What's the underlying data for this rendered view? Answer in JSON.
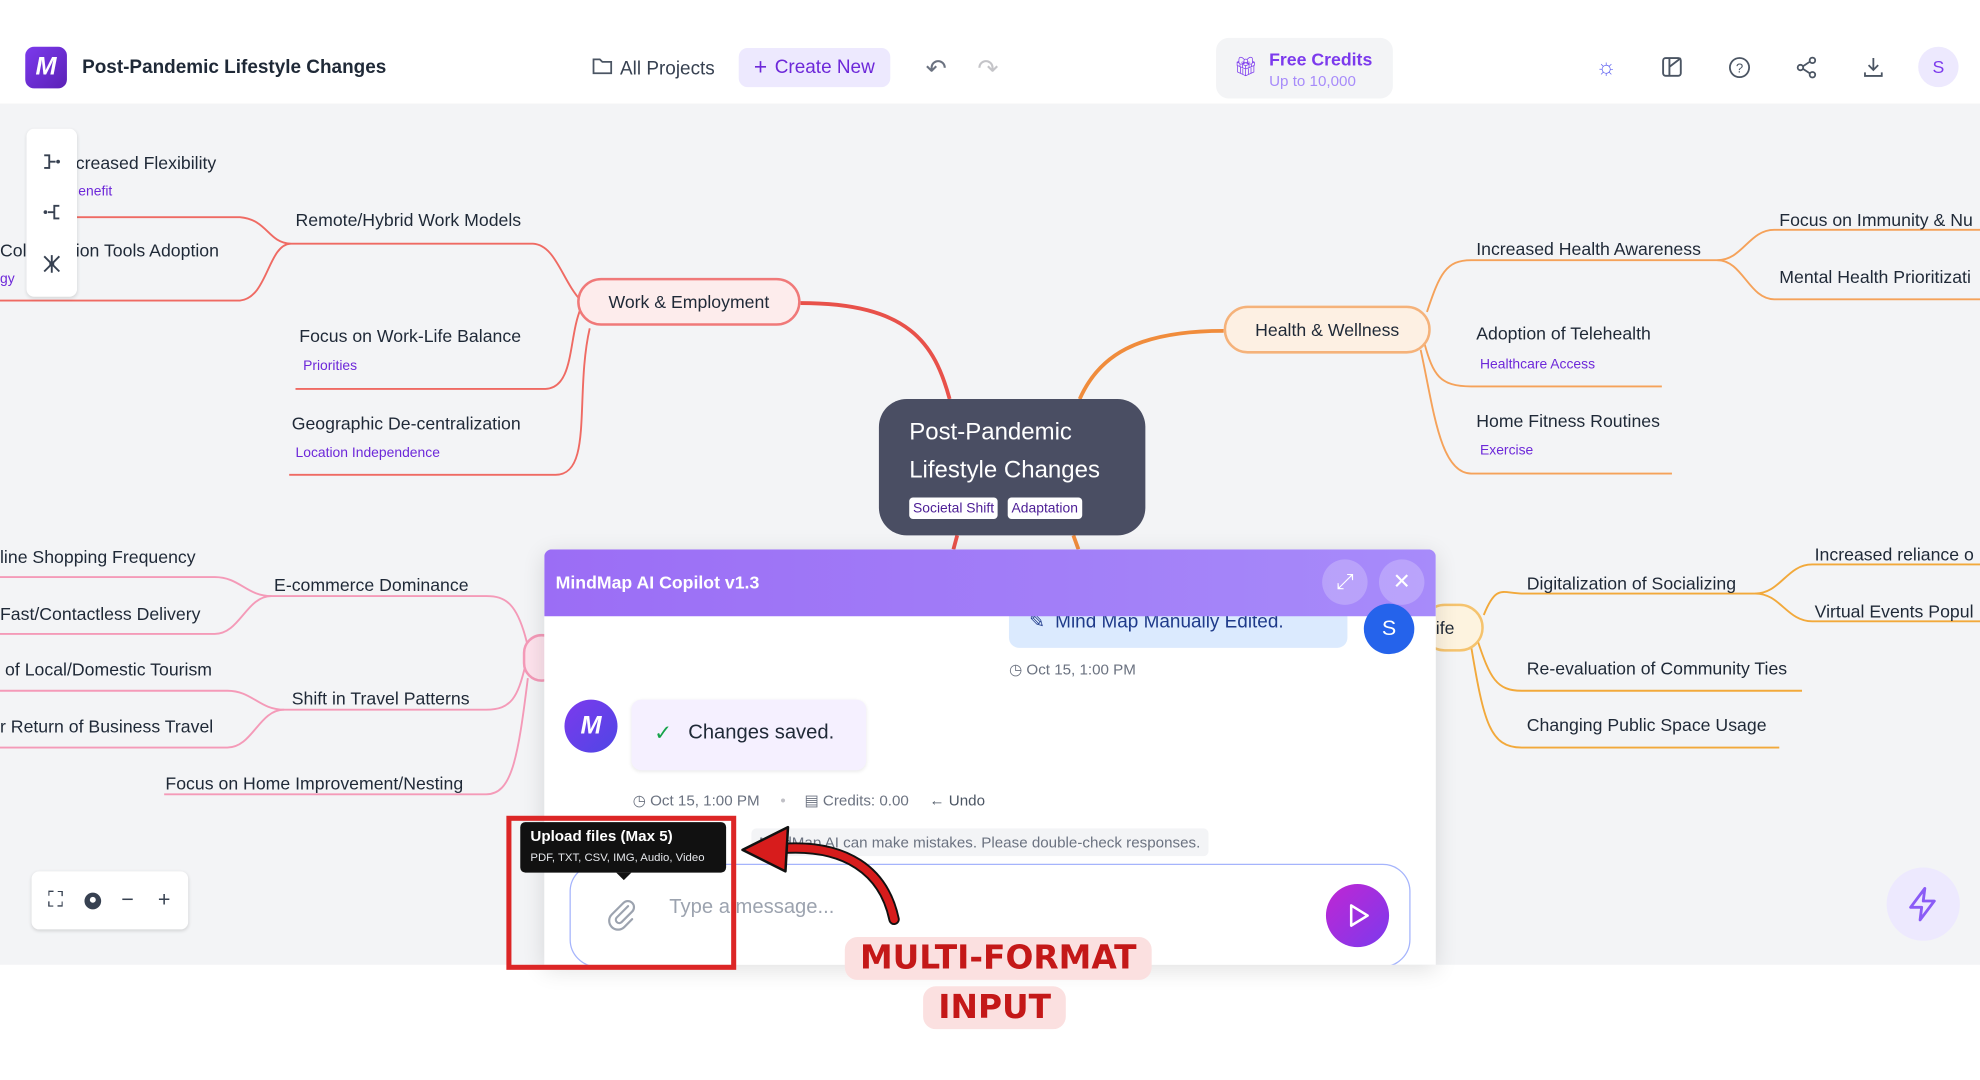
{
  "header": {
    "app_title": "Post-Pandemic Lifestyle Changes",
    "all_projects": "All Projects",
    "create_new": "Create New",
    "credits_title": "Free Credits",
    "credits_sub": "Up to 10,000",
    "avatar_initial": "S"
  },
  "mindmap": {
    "central": {
      "title_line1": "Post-Pandemic",
      "title_line2": "Lifestyle Changes",
      "tags": [
        "Societal Shift",
        "Adaptation"
      ]
    },
    "work": {
      "label": "Work & Employment",
      "children": [
        {
          "text": "Remote/Hybrid Work Models"
        },
        {
          "text": "Focus on Work-Life Balance",
          "tag": "Priorities"
        },
        {
          "text": "Geographic De-centralization",
          "tag": "Location Independence"
        }
      ],
      "grandchildren": [
        {
          "text": "creased Flexibility",
          "tag": "enefit"
        },
        {
          "text": "ion Tools Adoption",
          "prefix": "Coll",
          "tag": "gy"
        }
      ]
    },
    "health": {
      "label": "Health & Wellness",
      "children": [
        {
          "text": "Increased Health Awareness"
        },
        {
          "text": "Adoption of Telehealth",
          "tag": "Healthcare Access"
        },
        {
          "text": "Home Fitness Routines",
          "tag": "Exercise"
        }
      ],
      "grandchildren": [
        {
          "text": "Focus on Immunity & Nu"
        },
        {
          "text": "Mental Health Prioritizati"
        }
      ]
    },
    "consumer": {
      "children": [
        {
          "text": "E-commerce Dominance"
        },
        {
          "text": "Shift in Travel Patterns"
        },
        {
          "text": "Focus on Home Improvement/Nesting"
        }
      ],
      "grandchildren": [
        {
          "text": "line Shopping Frequency"
        },
        {
          "text": "Fast/Contactless Delivery"
        },
        {
          "text": "of Local/Domestic Tourism"
        },
        {
          "text": "r Return of Business Travel"
        }
      ]
    },
    "social": {
      "label": "ife",
      "children": [
        {
          "text": "Digitalization of Socializing"
        },
        {
          "text": "Re-evaluation of Community Ties"
        },
        {
          "text": "Changing Public Space Usage"
        }
      ],
      "grandchildren": [
        {
          "text": "Increased reliance o"
        },
        {
          "text": "Virtual Events Popul"
        }
      ]
    }
  },
  "copilot": {
    "title": "MindMap AI Copilot v1.3",
    "user_message": "Mind Map Manually Edited.",
    "user_initial": "S",
    "user_time": "Oct 15, 1:00 PM",
    "ai_message": "Changes saved.",
    "ai_time": "Oct 15, 1:00 PM",
    "credits": "Credits: 0.00",
    "undo": "Undo",
    "disclaimer": "MindMap AI can make mistakes. Please double-check responses.",
    "input_placeholder": "Type a message..."
  },
  "tooltip": {
    "title": "Upload files (Max 5)",
    "formats": "PDF, TXT, CSV, IMG, Audio, Video"
  },
  "annotation": {
    "line1": "MULTI-FORMAT",
    "line2": "INPUT"
  },
  "colors": {
    "accent": "#7c3aed",
    "work": "#e8514a",
    "health": "#f08c3c",
    "social": "#f2a93b",
    "consumer": "#f07aa0",
    "annotation": "#dc2626"
  }
}
